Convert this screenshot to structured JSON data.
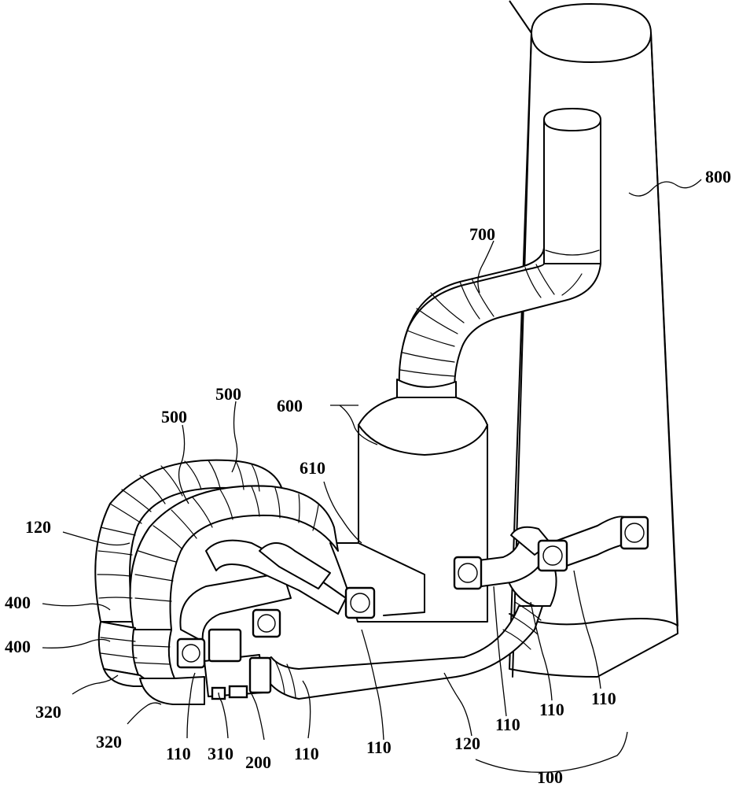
{
  "labels": {
    "l800": "800",
    "l700": "700",
    "l600": "600",
    "l610": "610",
    "l500a": "500",
    "l500b": "500",
    "l120a": "120",
    "l400a": "400",
    "l400b": "400",
    "l320a": "320",
    "l320b": "320",
    "l110a": "110",
    "l310": "310",
    "l200": "200",
    "l110b": "110",
    "l110c": "110",
    "l120b": "120",
    "l110d": "110",
    "l110e": "110",
    "l110f": "110",
    "l100": "100"
  }
}
